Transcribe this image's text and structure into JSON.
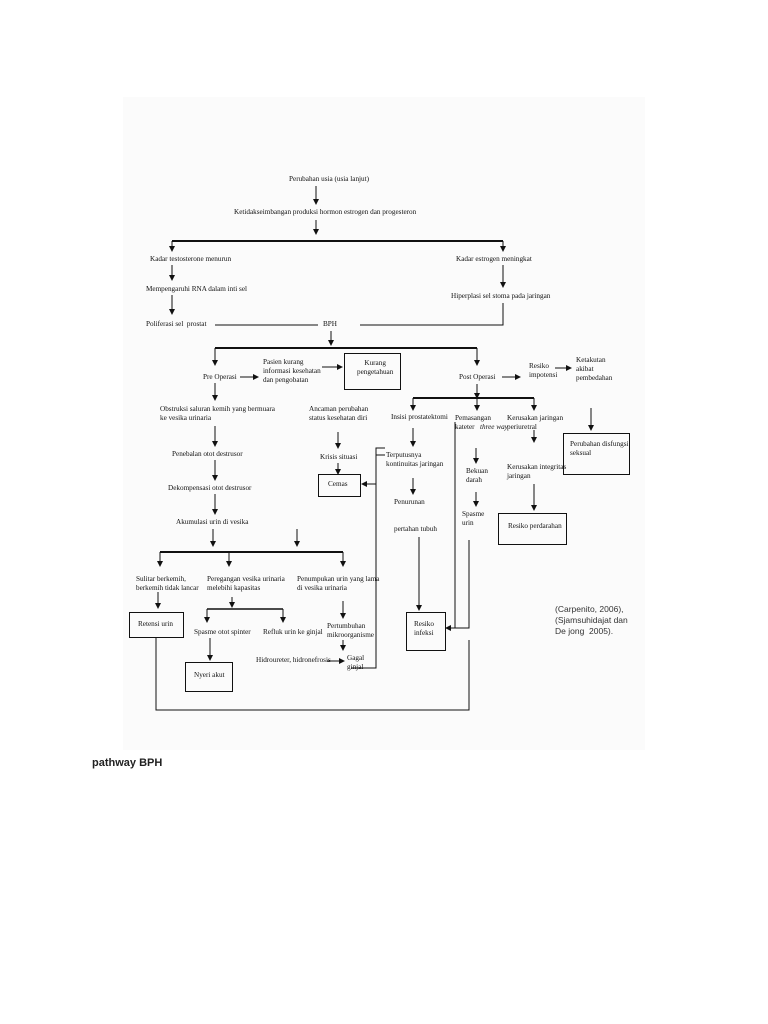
{
  "nodes": {
    "n1": "Perubahan usia (usia lanjut)",
    "n2": "Ketidakseimbangan produksi hormon estrogen dan progesteron",
    "n3": "Kadar testosterone menurun",
    "n4": "Mempengaruhi RNA dalam inti sel",
    "n5": "Poliferasi sel  prostat",
    "n6": "Kadar estrogen meningkat",
    "n7": "Hiperplasi sel stoma pada jaringan",
    "n8": "BPH",
    "n9": "Pre Operasi",
    "n10": "Pasien kurang\ninformasi kesehatan\ndan pengobatan",
    "n11": "Kurang\npengetahuan",
    "n12": "Post Operasi",
    "n13": "Resiko\nimpotensi",
    "n14": "Ketakutan\nakibat\npembedahan",
    "n15": "Perubahan disfungsi\nseksual",
    "n16": "Obstruksi saluran kemih yang bermuara\nke vesika urinaria",
    "n17": "Ancaman perubahan\nstatus kesehatan diri",
    "n18": "Krisis situasi",
    "n19": "Cemas",
    "n20": "Penebalan otot destrusor",
    "n21": "Dekompensasi otot destrusor",
    "n22": "Akumulasi urin di vesika",
    "n23": "Insisi prostatektomi",
    "n24": "Terputusnya\nkontinuitas jaringan",
    "n25": "Penurunan\n\n\npertahan tubuh",
    "n26": "Pemasangan\nkateter",
    "n26i": "three way",
    "n27": "Bekuan\ndarah",
    "n28": "Spasme\nurin",
    "n29": "Kerusakan jaringan\nperiuretral",
    "n30": "Kerusakan integritas\njaringan",
    "n31": "Resiko perdarahan",
    "n32": "Sulitar berkemih,\nberkemih tidak lancar",
    "n33": "Peregangan vesika urinaria\nmelebihi kapasitas",
    "n34": "Penumpukan urin yang lama\ndi vesika urinaria",
    "n35": "Retensi urin",
    "n36": "Spasme otot spinter",
    "n37": "Refluk urin ke ginjal",
    "n38": "Hidroureter, hidronefrosis",
    "n39": "Nyeri akut",
    "n40": "Pertumbuhan\nmikroorganisme",
    "n41": "Gagal\nginjal",
    "n42": "Resiko\ninfeksi"
  },
  "citation": "(Carpenito, 2006),\n(Sjamsuhidajat dan\nDe jong  2005).",
  "caption": "pathway BPH",
  "colors": {
    "line": "#111111",
    "background": "#fbfbfb"
  }
}
